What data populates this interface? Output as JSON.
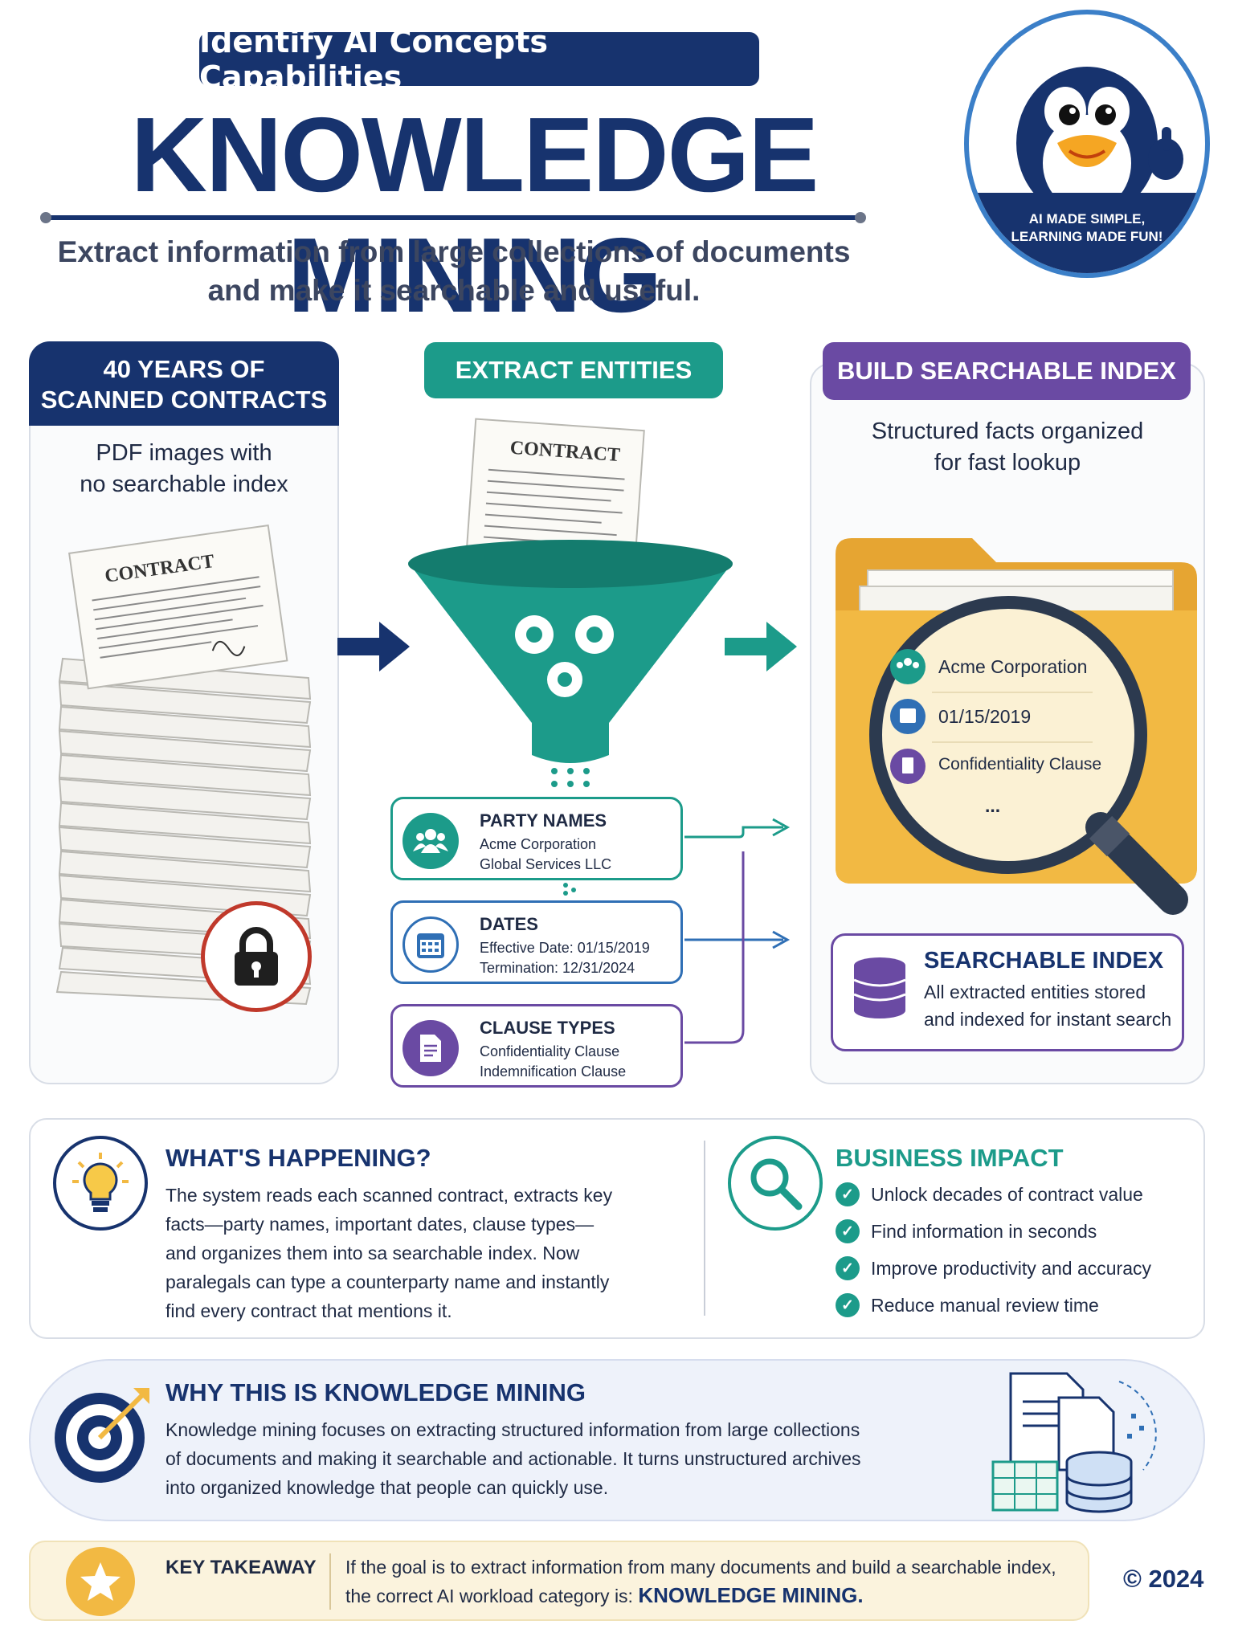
{
  "header": {
    "pill": "Identify AI Concepts Capabilities",
    "title": "KNOWLEDGE MINING",
    "subtitle_line1": "Extract information from large collections of documents",
    "subtitle_line2": "and make it searchable and useful."
  },
  "badge": {
    "line1": "AI MADE SIMPLE,",
    "line2": "LEARNING MADE FUN!"
  },
  "panel1": {
    "title_line1": "40 YEARS OF",
    "title_line2": "SCANNED CONTRACTS",
    "desc_line1": "PDF images with",
    "desc_line2": "no searchable index",
    "doc_label": "CONTRACT",
    "icon": "lock-icon"
  },
  "panel2": {
    "title": "EXTRACT ENTITIES",
    "doc_label": "CONTRACT",
    "entities": [
      {
        "title": "PARTY NAMES",
        "line1": "Acme Corporation",
        "line2": "Global Services LLC",
        "icon": "people-icon",
        "color": "#1c9b8a"
      },
      {
        "title": "DATES",
        "line1": "Effective Date: 01/15/2019",
        "line2": "Termination: 12/31/2024",
        "icon": "calendar-icon",
        "color": "#2f6fb5"
      },
      {
        "title": "CLAUSE TYPES",
        "line1": "Confidentiality Clause",
        "line2": "Indemnification Clause",
        "icon": "document-icon",
        "color": "#6a4aa3"
      }
    ]
  },
  "panel3": {
    "title": "BUILD SEARCHABLE INDEX",
    "desc_line1": "Structured facts organized",
    "desc_line2": "for fast lookup",
    "lens_items": [
      "Acme Corporation",
      "01/15/2019",
      "Confidentiality Clause"
    ],
    "lens_more": "...",
    "index_title": "SEARCHABLE INDEX",
    "index_line1": "All extracted entities stored",
    "index_line2": "and indexed for instant search"
  },
  "whats_happening": {
    "title": "WHAT'S HAPPENING?",
    "lines": [
      "The system reads each scanned contract, extracts key",
      "facts—party names, important dates, clause types—",
      "and organizes them into sa searchable index. Now",
      "paralegals can type a counterparty name and instantly",
      "find every contract that mentions it."
    ]
  },
  "business_impact": {
    "title": "BUSINESS IMPACT",
    "items": [
      "Unlock decades of contract value",
      "Find information in seconds",
      "Improve productivity and accuracy",
      "Reduce manual review time"
    ]
  },
  "why": {
    "title": "WHY THIS IS KNOWLEDGE MINING",
    "lines": [
      "Knowledge mining focuses on extracting structured information from large collections",
      "of documents and making it searchable and actionable. It turns unstructured archives",
      "into organized knowledge that people can quickly use."
    ]
  },
  "takeaway": {
    "label": "KEY TAKEAWAY",
    "line1": "If the goal is to extract information from many documents and build a searchable index,",
    "line2_prefix": "the correct AI workload category is: ",
    "line2_emphasis": "KNOWLEDGE MINING."
  },
  "copyright": "© 2024",
  "colors": {
    "navy": "#17336e",
    "teal": "#1c9b8a",
    "blue": "#2f6fb5",
    "purple": "#6a4aa3",
    "folder": "#f2b943"
  }
}
